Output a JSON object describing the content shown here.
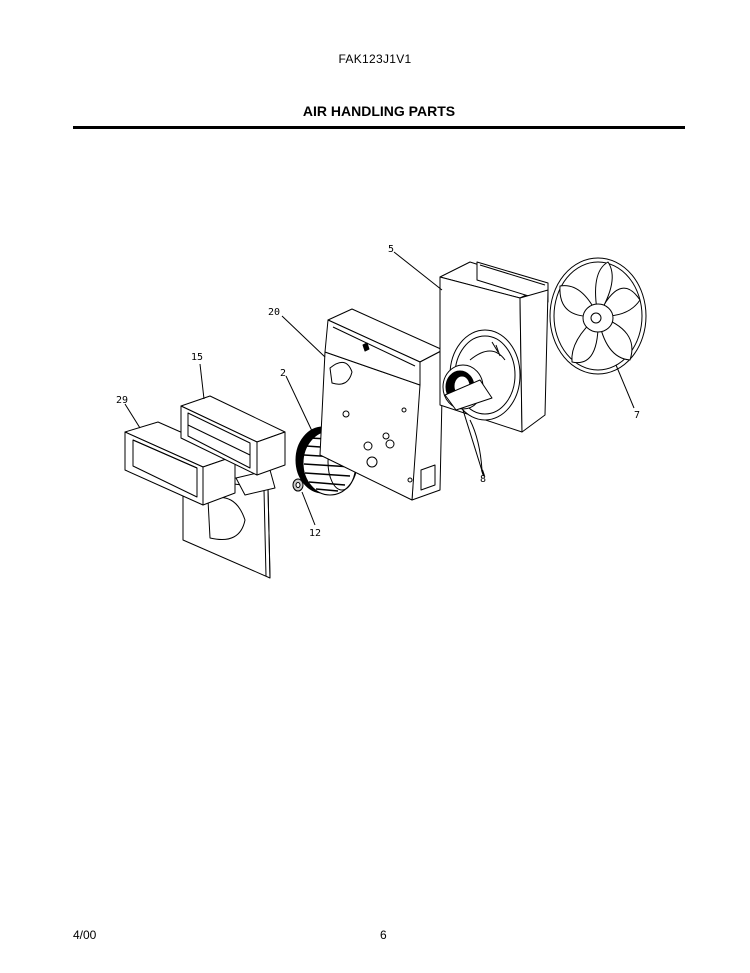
{
  "header": {
    "model_number": "FAK123J1V1",
    "title": "AIR HANDLING PARTS"
  },
  "callouts": [
    "5",
    "20",
    "15",
    "2",
    "29",
    "12",
    "8",
    "7"
  ],
  "footer": {
    "date": "4/00",
    "page_number": "6"
  }
}
